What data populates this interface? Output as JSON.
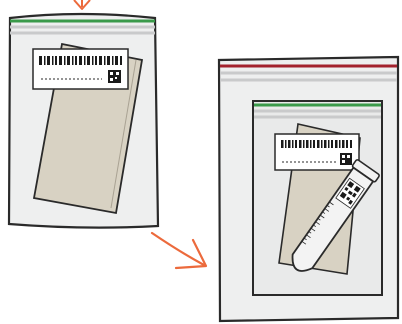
{
  "figure": {
    "kind": "packaging-illustration",
    "colors": {
      "bag_fill": "#eeefef",
      "bag_outline": "#2a2a2a",
      "zip_green": "#3a9a4a",
      "zip_red": "#a3222d",
      "zip_gray": "#c9cacb",
      "document_fill": "#d8d2c3",
      "label_fill": "#ffffff",
      "arrow": "#ec6a3c",
      "tube_fill": "#f3f3f3"
    },
    "steps": [
      {
        "name": "inner-bag",
        "contents": [
          "document",
          "barcode-label"
        ],
        "closure": "green-zip"
      },
      {
        "name": "outer-bag",
        "contents": [
          "inner-bag",
          "document",
          "barcode-label",
          "sample-tube"
        ],
        "closure": "red-zip"
      }
    ],
    "arrows": [
      {
        "from": "above",
        "to": "inner-bag",
        "icon": "arrow-down-icon"
      },
      {
        "from": "inner-bag",
        "to": "outer-bag",
        "icon": "arrow-down-right-icon"
      }
    ]
  }
}
